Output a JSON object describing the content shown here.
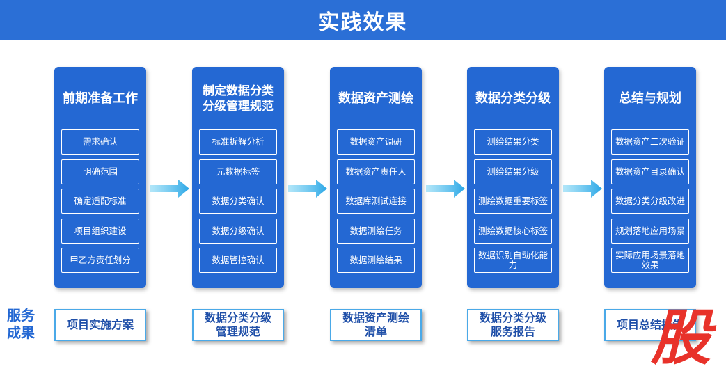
{
  "banner": {
    "title": "实践效果"
  },
  "columns": [
    {
      "title": "前期准备工作",
      "items": [
        "需求确认",
        "明确范围",
        "确定适配标准",
        "项目组织建设",
        "甲乙方责任划分"
      ]
    },
    {
      "title": "制定数据分类分级管理规范",
      "items": [
        "标准拆解分析",
        "元数据标签",
        "数据分类确认",
        "数据分级确认",
        "数据管控确认"
      ]
    },
    {
      "title": "数据资产测绘",
      "items": [
        "数据资产调研",
        "数据资产责任人",
        "数据库测试连接",
        "数据测绘任务",
        "数据测绘结果"
      ]
    },
    {
      "title": "数据分类分级",
      "items": [
        "测绘结果分类",
        "测绘结果分级",
        "测绘数据重要标签",
        "测绘数据核心标签",
        "数据识别自动化能力"
      ]
    },
    {
      "title": "总结与规划",
      "items": [
        "数据资产二次验证",
        "数据资产目录确认",
        "数据分类分级改进",
        "规划落地应用场景",
        "实际应用场景落地效果"
      ]
    }
  ],
  "side_label": "服务成果",
  "results": [
    "项目实施方案",
    "数据分类分级管理规范",
    "数据资产测绘清单",
    "数据分类分级服务报告",
    "项目总结报告"
  ],
  "watermark": "股",
  "colors": {
    "banner": "#2b6fd6",
    "column": "#2468d3",
    "arrow": "#3cb6ea",
    "result_text": "#1f4fa8",
    "watermark": "#e8322a"
  }
}
